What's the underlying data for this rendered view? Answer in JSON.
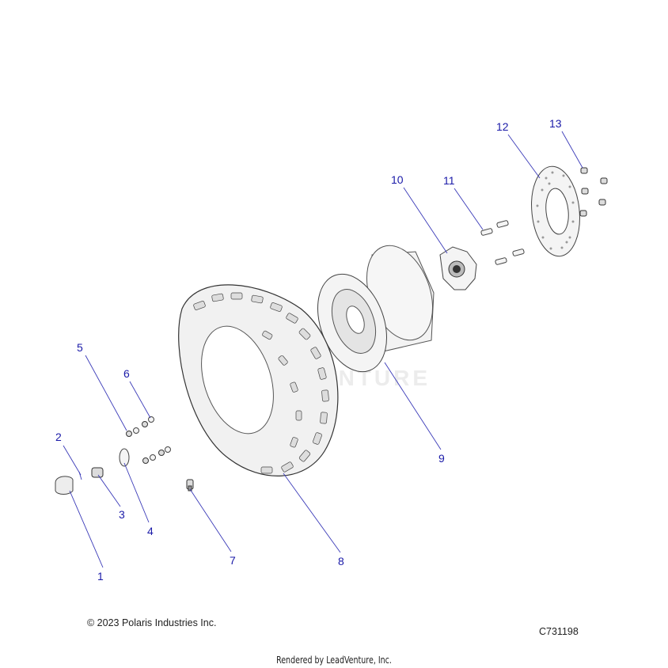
{
  "diagram": {
    "callouts": [
      "1",
      "2",
      "3",
      "4",
      "5",
      "6",
      "7",
      "8",
      "9",
      "10",
      "11",
      "12",
      "13"
    ],
    "watermark_text": "LEADVENTURE",
    "accent_color": "#1a1aa8"
  },
  "footer": {
    "copyright": "© 2023 Polaris Industries Inc.",
    "code": "C731198",
    "rendered_by": "Rendered by LeadVenture, Inc."
  }
}
